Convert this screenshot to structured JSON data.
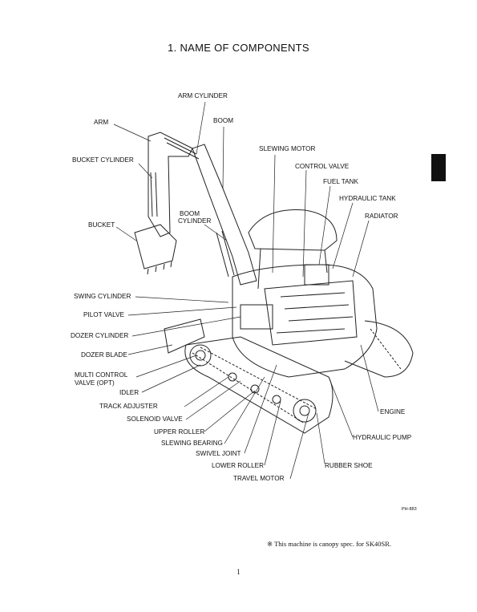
{
  "title": "1.  NAME OF COMPONENTS",
  "labels": {
    "arm_cylinder": "ARM CYLINDER",
    "arm": "ARM",
    "boom": "BOOM",
    "slewing_motor": "SLEWING MOTOR",
    "control_valve": "CONTROL VALVE",
    "bucket_cylinder": "BUCKET CYLINDER",
    "fuel_tank": "FUEL TANK",
    "hydraulic_tank": "HYDRAULIC TANK",
    "radiator": "RADIATOR",
    "boom_cylinder_1": "BOOM",
    "boom_cylinder_2": "CYLINDER",
    "bucket": "BUCKET",
    "swing_cylinder": "SWING CYLINDER",
    "pilot_valve": "PILOT VALVE",
    "dozer_cylinder": "DOZER CYLINDER",
    "dozer_blade": "DOZER BLADE",
    "multi_control_valve_1": "MULTI CONTROL",
    "multi_control_valve_2": "VALVE (OPT)",
    "idler": "IDLER",
    "track_adjuster": "TRACK ADJUSTER",
    "solenoid_valve": "SOLENOID VALVE",
    "upper_roller": "UPPER ROLLER",
    "slewing_bearing": "SLEWING BEARING",
    "swivel_joint": "SWIVEL JOINT",
    "lower_roller": "LOWER ROLLER",
    "travel_motor": "TRAVEL MOTOR",
    "engine": "ENGINE",
    "hydraulic_pump": "HYDRAULIC PUMP",
    "rubber_shoe": "RUBBER SHOE"
  },
  "figure_code": "PH-883",
  "note": "※ This machine is canopy spec. for SK40SR.",
  "page_number": "1"
}
